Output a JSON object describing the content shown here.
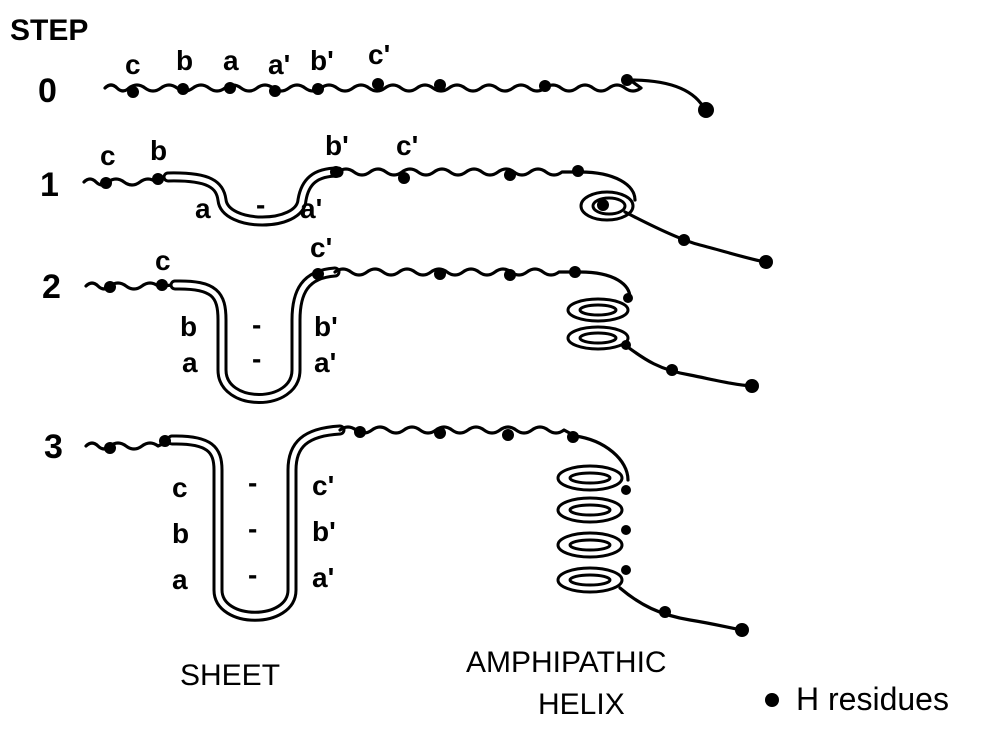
{
  "title": "STEP",
  "steps": [
    {
      "number": "0",
      "labels": [
        "c",
        "b",
        "a",
        "a'",
        "b'",
        "c'"
      ]
    },
    {
      "number": "1",
      "labels_top": [
        "c",
        "b",
        "b'",
        "c'"
      ],
      "labels_bottom": [
        "a",
        "-",
        "a'"
      ]
    },
    {
      "number": "2",
      "labels_top": [
        "c",
        "c'"
      ],
      "pairs": [
        [
          "b",
          "-",
          "b'"
        ],
        [
          "a",
          "-",
          "a'"
        ]
      ]
    },
    {
      "number": "3",
      "pairs": [
        [
          "c",
          "-",
          "c'"
        ],
        [
          "b",
          "-",
          "b'"
        ],
        [
          "a",
          "-",
          "a'"
        ]
      ]
    }
  ],
  "captions": {
    "sheet": "SHEET",
    "helix_line1": "AMPHIPATHIC",
    "helix_line2": "HELIX"
  },
  "legend": {
    "label": "H residues",
    "marker": "filled-circle"
  }
}
